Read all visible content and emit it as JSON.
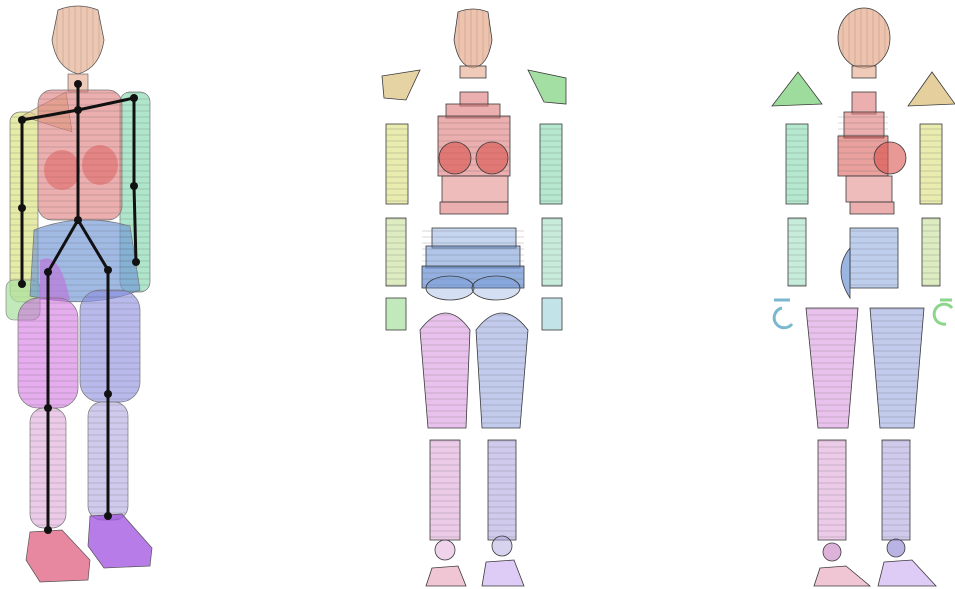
{
  "figure": {
    "views": [
      "3d-skeleton-view",
      "front-exploded-view",
      "side-exploded-view"
    ]
  },
  "colors": {
    "head": "#e8b49a",
    "torso": "#e07a7a",
    "chest": "#d9534f",
    "pelvis": "#6f95d6",
    "arm_left": "#d9e07a",
    "arm_right": "#7ad6a8",
    "shoulder_left": "#e0c88c",
    "shoulder_right": "#8cd68c",
    "forearm_left": "#c8e09a",
    "forearm_right": "#9adcc0",
    "hand_left": "#a8e0a0",
    "hand_right": "#a8d8e0",
    "thigh_left": "#d99ae0",
    "thigh_right": "#9aa8e0",
    "shin_left": "#e0a8d8",
    "shin_right": "#b0a8e0",
    "foot_left": "#e8a0b8",
    "foot_right": "#c8a8f0",
    "skeleton": "#111111"
  }
}
